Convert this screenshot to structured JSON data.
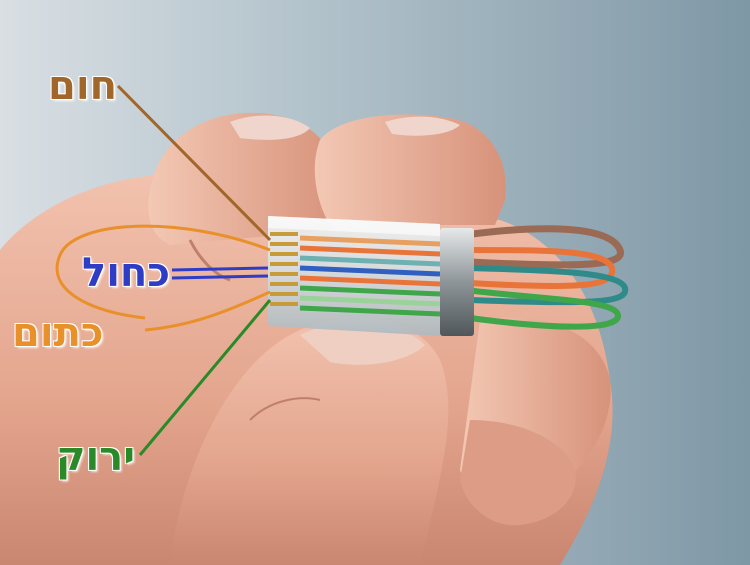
{
  "labels": {
    "brown": {
      "text": "חום",
      "color": "#a0662a"
    },
    "blue": {
      "text": "כחול",
      "color": "#2f3dc6"
    },
    "orange": {
      "text": "כתום",
      "color": "#e8902a"
    },
    "green": {
      "text": "ירוק",
      "color": "#2a8a2a"
    }
  },
  "colors": {
    "background": "#8fa6b1",
    "skin": "#e9ad97",
    "wire_brown": "#9a6a55",
    "wire_orange": "#e8743a",
    "wire_teal": "#2f8a8a",
    "wire_green": "#3fa64a"
  }
}
